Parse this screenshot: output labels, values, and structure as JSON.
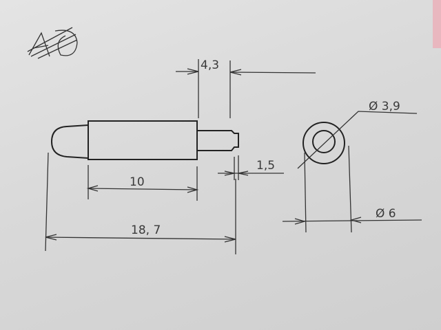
{
  "drawing": {
    "dimensions": {
      "step_length": "4,3",
      "body_length": "10",
      "total_length": "18, 7",
      "chamfer": "1,5",
      "inner_diameter": "Ø 3,9",
      "outer_diameter": "Ø 6"
    },
    "ink_color": "#2b2b2b",
    "paper_color": "#dcdcdc"
  }
}
